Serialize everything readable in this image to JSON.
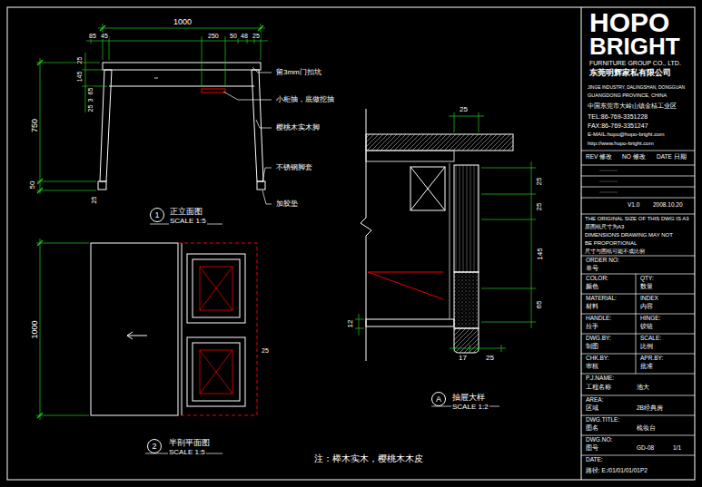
{
  "diagram": {
    "nodes": [
      {
        "text": [
          "1"
        ]
      },
      {
        "text": [
          "A"
        ]
      },
      {
        "text": [
          "2"
        ]
      }
    ],
    "labels": [
      "1000",
      "85",
      "45",
      "250",
      "50",
      "48",
      "25",
      "750",
      "25",
      "145",
      "65",
      "3",
      "25",
      "50",
      "25",
      "留3mm门扣坑",
      "小柜抽，底做挖抽",
      "樱桃木实木脚",
      "不锈钢脚套",
      "加胶垫",
      "正立面图",
      "SCALE 1:5",
      "1000",
      "25",
      "半剖平面图",
      "SCALE 1:5",
      "25",
      "25",
      "25",
      "145",
      "65",
      "12",
      "17",
      "25",
      "抽屉大样",
      "SCALE 1:2",
      "注：榉木实木，樱桃木木皮",
      "HOPO",
      "BRIGHT",
      "FURNITURE GROUP CO., LTD.",
      "东莞明辉家私有限公司",
      "JINGE INDUSTRY, DALINGSHAN, DONGGUAN",
      "GUANGDONG PROVINCE, CHINA",
      "中国东莞市大岭山镇金桔工业区",
      "TEL:86-769-3351228",
      "FAX:86-769-3351247",
      "E-MAIL:hopo@hopo-bright.com",
      "http://www.hopo-bright.com",
      "REV 修改",
      "NO 修改",
      "DATE 日期",
      "V1.0",
      "2008.10.20",
      "THE ORIGINAL SIZE OF THIS DWG IS A3",
      "原图纸尺寸为A3",
      "DIMENSIONS DRAWING MAY NOT",
      "BE PROPORTIONAL",
      "尺寸与图纸可能不成比例",
      "ORDER NO:",
      "单号",
      "COLOR:",
      "QTY:",
      "颜色",
      "数量",
      "MATERIAL:",
      "INDEX",
      "材料",
      "内容",
      "HANDLE:",
      "HINGE:",
      "拉手",
      "铰链",
      "DWG.BY:",
      "SCALE:",
      "制图",
      "比例",
      "CHK.BY:",
      "APR.BY:",
      "审核",
      "批准",
      "P.J.NAME:",
      "工程名称",
      "池大",
      "AREA:",
      "区域",
      "2B经典房",
      "DWG.TITLE:",
      "图名",
      "梳妆台",
      "DWG.NO:",
      "图号",
      "GD-08",
      "1/1",
      "DATE:",
      "路径: E:/01/01/01/01P2"
    ]
  }
}
